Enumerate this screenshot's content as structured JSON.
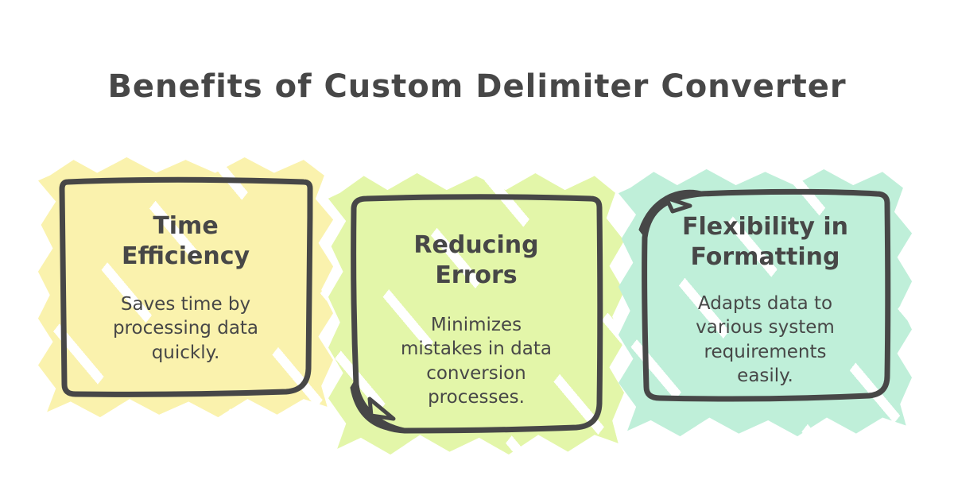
{
  "title": "Benefits of Custom Delimiter Converter",
  "colors": {
    "background": "#FFFFFF",
    "ink": "#474747",
    "note_yellow": "#FAF2AD",
    "note_lime": "#E3F6A9",
    "note_mint": "#BFEFD9"
  },
  "notes": [
    {
      "color": "#FAF2AD",
      "title_lines": [
        "Time",
        "Efficiency"
      ],
      "body": "Saves time by processing data quickly."
    },
    {
      "color": "#E3F6A9",
      "title_lines": [
        "Reducing",
        "Errors"
      ],
      "body": "Minimizes mistakes in data conversion processes."
    },
    {
      "color": "#BFEFD9",
      "title_lines": [
        "Flexibility in",
        "Formatting"
      ],
      "body": "Adapts data to various system requirements easily."
    }
  ]
}
